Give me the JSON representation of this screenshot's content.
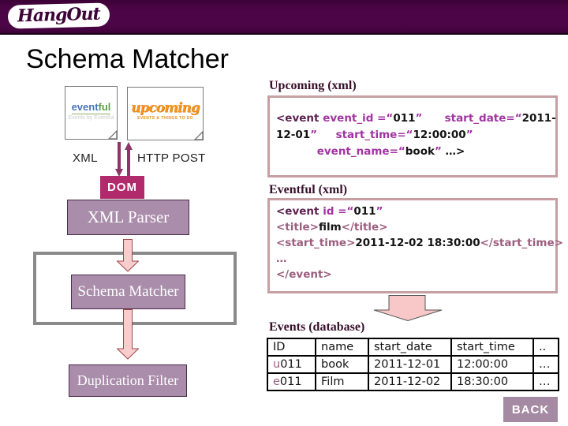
{
  "page": {
    "logo_text": "HangOut",
    "title": "Schema Matcher",
    "back_label": "BACK"
  },
  "sources": {
    "eventful": {
      "brand_part1": "event",
      "brand_part2": "ful",
      "tagline": "Events by Eventful"
    },
    "upcoming": {
      "brand": "upcoming",
      "tagline": "EVENTS & THINGS TO DO"
    }
  },
  "flow": {
    "xml_label": "XML",
    "http_post_label": "HTTP POST",
    "dom_label": "DOM",
    "xml_parser_label": "XML Parser",
    "schema_matcher_label": "Schema Matcher",
    "duplication_filter_label": "Duplication Filter"
  },
  "colors": {
    "topbar": "#4c0547",
    "dom_chip": "#b12a6b",
    "process_box": "#a98daa",
    "pink_arrow_fill": "#f7cdce",
    "code_keyword": "#5b2150",
    "code_attribute": "#a134a1",
    "code_tag": "#9c5e7e",
    "heading": "#38102c"
  },
  "upcoming_section": {
    "heading": "Upcoming (xml)",
    "lines": [
      [
        {
          "t": "<event ",
          "c": "kw"
        },
        {
          "t": "event_id ",
          "c": "attr"
        },
        {
          "t": "=“",
          "c": "attr"
        },
        {
          "t": "011",
          "c": "val"
        },
        {
          "t": "”",
          "c": "attr"
        },
        {
          "t": "      ",
          "c": "val"
        },
        {
          "t": "start_date",
          "c": "attr"
        },
        {
          "t": "=“",
          "c": "attr"
        },
        {
          "t": "2011-",
          "c": "val"
        }
      ],
      [
        {
          "t": "12-01",
          "c": "val"
        },
        {
          "t": "”",
          "c": "attr"
        },
        {
          "t": "     ",
          "c": "val"
        },
        {
          "t": "start_time",
          "c": "attr"
        },
        {
          "t": "=“",
          "c": "attr"
        },
        {
          "t": "12:00:00",
          "c": "val"
        },
        {
          "t": "”",
          "c": "attr"
        }
      ],
      [
        {
          "t": "           ",
          "c": "val"
        },
        {
          "t": "event_name",
          "c": "attr"
        },
        {
          "t": "=“",
          "c": "attr"
        },
        {
          "t": "book",
          "c": "val"
        },
        {
          "t": "”",
          "c": "attr"
        },
        {
          "t": " …>",
          "c": "val"
        }
      ]
    ]
  },
  "eventful_section": {
    "heading": "Eventful (xml)",
    "lines": [
      [
        {
          "t": "<event ",
          "c": "kw"
        },
        {
          "t": "id ",
          "c": "attr"
        },
        {
          "t": "=“",
          "c": "attr"
        },
        {
          "t": "011",
          "c": "val"
        },
        {
          "t": "”",
          "c": "attr"
        }
      ],
      [
        {
          "t": "<title>",
          "c": "tag"
        },
        {
          "t": "film",
          "c": "val"
        },
        {
          "t": "</title>",
          "c": "tag"
        }
      ],
      [
        {
          "t": "<start_time>",
          "c": "tag"
        },
        {
          "t": "2011-12-02 18:30:00",
          "c": "val"
        },
        {
          "t": "</start_time>",
          "c": "tag"
        }
      ],
      [
        {
          "t": "…",
          "c": "tag"
        }
      ],
      [
        {
          "t": "</event>",
          "c": "tag"
        }
      ]
    ]
  },
  "events_section": {
    "heading": "Events (database)",
    "table": {
      "headers": [
        "ID",
        "name",
        "start_date",
        "start_time",
        ".."
      ],
      "rows": [
        {
          "cells": [
            [
              {
                "t": "u",
                "c": "tag"
              },
              {
                "t": "011",
                "c": "val"
              }
            ],
            [
              {
                "t": "book",
                "c": "val"
              }
            ],
            [
              {
                "t": "2011-12-01",
                "c": "val"
              }
            ],
            [
              {
                "t": "12:00:00",
                "c": "val"
              }
            ],
            [
              {
                "t": "…",
                "c": "val"
              }
            ]
          ]
        },
        {
          "cells": [
            [
              {
                "t": "e",
                "c": "tag"
              },
              {
                "t": "011",
                "c": "val"
              }
            ],
            [
              {
                "t": "Film",
                "c": "val"
              }
            ],
            [
              {
                "t": "2011-12-02",
                "c": "val"
              }
            ],
            [
              {
                "t": "18:30:00",
                "c": "val"
              }
            ],
            [
              {
                "t": "…",
                "c": "val"
              }
            ]
          ]
        }
      ]
    }
  }
}
